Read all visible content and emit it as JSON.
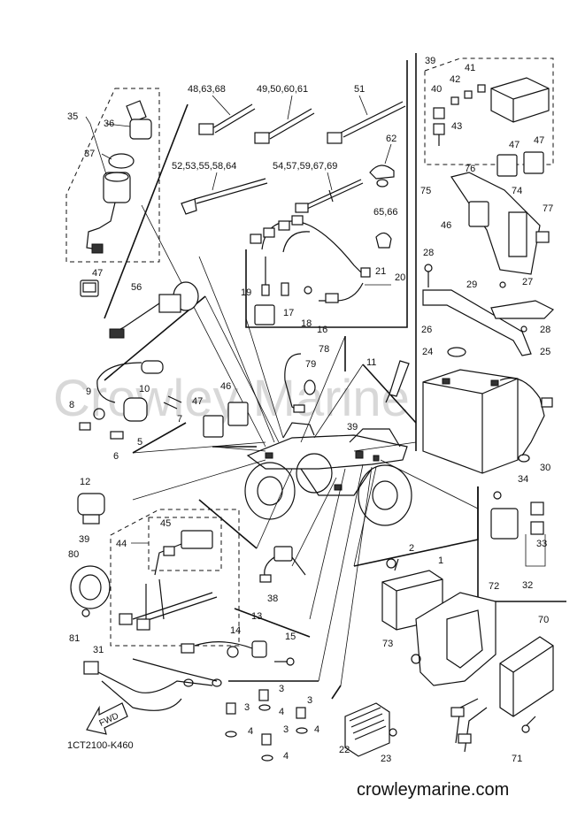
{
  "watermark": "Crowley Marine",
  "footer_code": "1CT2100-K460",
  "footer_site": "crowleymarine.com",
  "fwd_label": "FWD",
  "callouts": {
    "c1": "1",
    "c2": "2",
    "c3a": "3",
    "c3b": "3",
    "c3c": "3",
    "c3d": "3",
    "c4a": "4",
    "c4b": "4",
    "c4c": "4",
    "c4d": "4",
    "c5": "5",
    "c6": "6",
    "c7": "7",
    "c8": "8",
    "c9": "9",
    "c10": "10",
    "c11": "11",
    "c12": "12",
    "c13": "13",
    "c14": "14",
    "c15": "15",
    "c16": "16",
    "c17": "17",
    "c18": "18",
    "c19": "19",
    "c20": "20",
    "c21": "21",
    "c22": "22",
    "c23": "23",
    "c24": "24",
    "c25": "25",
    "c26": "26",
    "c27": "27",
    "c28a": "28",
    "c28b": "28",
    "c29": "29",
    "c30": "30",
    "c31": "31",
    "c32": "32",
    "c33": "33",
    "c34": "34",
    "c35": "35",
    "c36": "36",
    "c37": "37",
    "c38": "38",
    "c39a": "39",
    "c39b": "39",
    "c39c": "39",
    "c40": "40",
    "c41": "41",
    "c42": "42",
    "c43": "43",
    "c44": "44",
    "c45": "45",
    "c46a": "46",
    "c46b": "46",
    "c47a": "47",
    "c47b": "47",
    "c47c": "47",
    "c47d": "47",
    "c51": "51",
    "c56": "56",
    "c62": "62",
    "c6566": "65,66",
    "c70": "70",
    "c71": "71",
    "c72": "72",
    "c73": "73",
    "c74": "74",
    "c75": "75",
    "c76": "76",
    "c77": "77",
    "c78": "78",
    "c79": "79",
    "c80": "80",
    "c81": "81",
    "g486368": "48,63,68",
    "g49506061": "49,50,60,61",
    "g5253555864": "52,53,55,58,64",
    "g5457596769": "54,57,59,67,69"
  }
}
